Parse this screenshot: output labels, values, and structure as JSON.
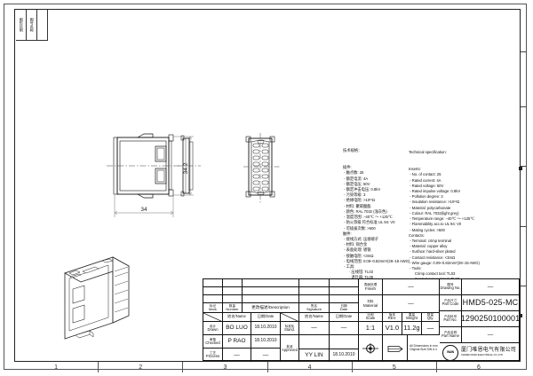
{
  "sheet": {
    "zones_bottom": [
      "1",
      "2",
      "3",
      "4",
      "5",
      "6"
    ]
  },
  "corner_labels": {
    "col1": "图形比例",
    "col2": "图号名称",
    "col3": ""
  },
  "views": {
    "front": {
      "dim_width": "34",
      "dim_height": "34.2"
    },
    "side": {
      "label": ""
    },
    "face": {
      "label": ""
    },
    "iso": {
      "label": ""
    }
  },
  "spec_cn": {
    "title": "技术规格：",
    "body": "插件:\n - 触点数: 25\n - 额定电流: 4A\n - 额定电压: 50V\n - 额定冲击电压: 0.8kV\n - 污染等级: 3\n - 绝缘电阻: >10¹²Ω\n - 材料: 聚碳酸酯\n - 颜色: RAL 7032 (浅灰色)\n - 温度范围: −40℃ ～ +125℃\n - 防火等级 符合标准 UL 94: V0\n - 可插拔次数: >500\n触件:\n - 接线方式: 压接端子\n - 材料: 铜合金\n - 表面处理: 镀银\n - 接触电阻: <3mΩ\n - 电线范围: 0.09–0.82mm²(28–18 AWG)\n - 工具:\n      · 压线钳: TL03\n      · 退针器: TL08"
  },
  "spec_en": {
    "title": "Technical specification:",
    "body": "Inserts:\n - No. of contact: 25\n - Rated current: 4A\n - Rated voltage: 50V\n - Rated impulse voltage: 0.8kV\n - Pollution degree: 3\n - Insulation resistance: >10¹²Ω\n - Material: polycarbonate\n - Colour: RAL 7032(light grey)\n - Temperature range: −40℃ ～ +125℃\n - Flammability acc.to UL 94: V0\n - Mating cycles: >500\nContacts:\n - Terminal: crimp terminal\n - Material: copper alloy\n - Surface: hard-silver plated\n - Contact resistance: <3mΩ\n - Wire gauge: 0.09–0.82mm²(28–18 AWG)\n - Tools:\n      Crimp contact tool: TL03\n      Contact removal tool: TL08"
  },
  "title_block": {
    "revision_header": {
      "mark": {
        "cn": "标记",
        "en": "Mark"
      },
      "number": {
        "cn": "数量",
        "en": "Number"
      },
      "description": {
        "cn": "更改描述",
        "en": "Description"
      },
      "signature": {
        "cn": "签名",
        "en": "Signature"
      },
      "date": {
        "cn": "日期",
        "en": "Date"
      }
    },
    "name_col": {
      "cn": "姓名",
      "en": "Name"
    },
    "date_col": {
      "cn": "日期",
      "en": "Date"
    },
    "roles": [
      {
        "cn": "设计",
        "en": "Drawn",
        "name": "BO  LUO",
        "date": "18.10.2010"
      },
      {
        "cn": "审核",
        "en": "Checked",
        "name": "P  RAO",
        "date": "18.10.2010"
      },
      {
        "cn": "工艺",
        "en": "Process",
        "name": "—",
        "date": "—"
      }
    ],
    "roles_right": [
      {
        "cn": "标准化",
        "en": "Stand.",
        "name": "—",
        "date": "—"
      },
      {
        "cn": "批准",
        "en": "Approved",
        "name": "YY  LIN",
        "date": "18.10.2010"
      }
    ],
    "finish": {
      "cn": "表面处理",
      "en": "Finish",
      "value": "—"
    },
    "material": {
      "cn": "材料",
      "en": "Material",
      "value": "—"
    },
    "scale": {
      "cn": "比例",
      "en": "Scale",
      "value": "1:1"
    },
    "rev": {
      "cn": "版本",
      "en": "REV.",
      "value": "V1.0"
    },
    "weight": {
      "cn": "重量",
      "en": "Weight",
      "value": "11.2g"
    },
    "qty": {
      "cn": "数量",
      "en": "Qty.",
      "value": "—"
    },
    "units_note": {
      "line1": "All Dimensions in mm",
      "line2": "Original Size DIN A 4"
    },
    "drawing_no": {
      "cn": "图号",
      "en": "Drawing No.",
      "value": "—"
    },
    "part_code": {
      "cn": "产品尺寸",
      "en": "Part Code",
      "value": "HMD5-025-MC"
    },
    "part_no": {
      "cn": "产品料号",
      "en": "Part No.",
      "value": "1290250100001"
    },
    "part_name": {
      "cn": "产品名称",
      "en": "Part Name",
      "value": "—"
    },
    "company": {
      "logo_text": "WAIN",
      "name_cn": "厦门唯恩电气有限公司",
      "name_en": "XIAMEN WAIN ELECTRICAL CO.,LTD"
    }
  },
  "colors": {
    "line": "#111111",
    "frame": "#555555",
    "paper": "#ffffff"
  }
}
